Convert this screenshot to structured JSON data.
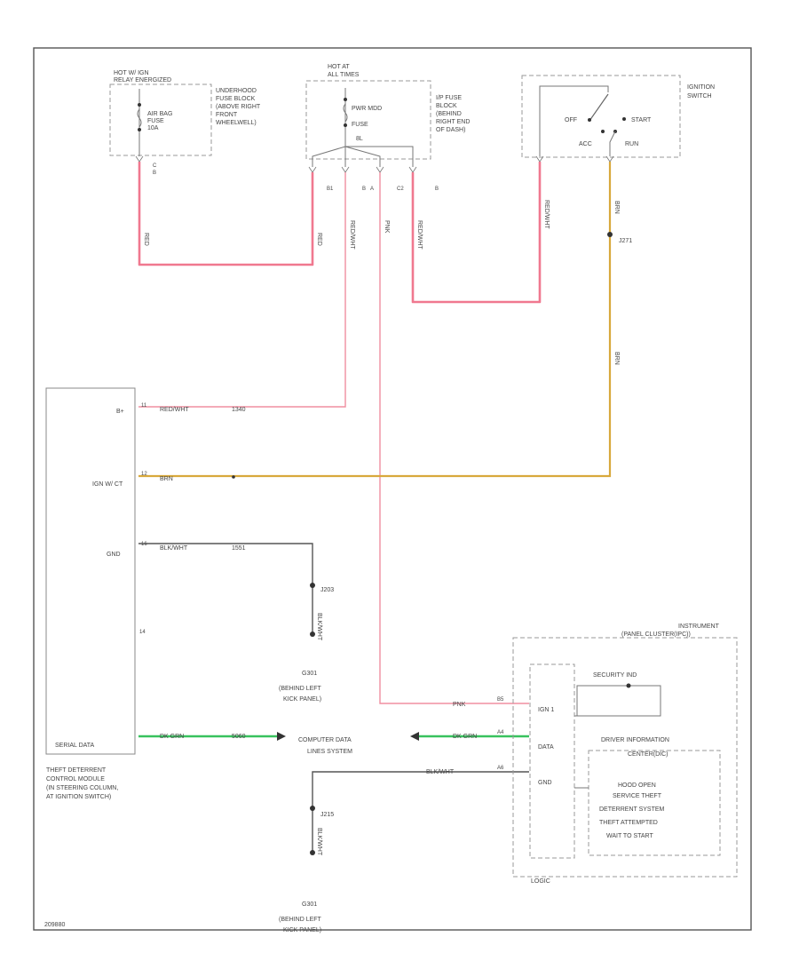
{
  "colors": {
    "red_wire": "#f0788f",
    "pink_wire": "#f08fa0",
    "yellow_wire": "#d8a93c",
    "green_wire": "#38c25e",
    "black_wire": "#555555",
    "frame": "#555555"
  },
  "relay_block": {
    "hot_label": "HOT W/ IGN",
    "hot_label2": "RELAY ENERGIZED",
    "fuse_label1": "AIR BAG",
    "fuse_label2": "FUSE",
    "fuse_label3": "10A",
    "location1": "UNDERHOOD",
    "location2": "FUSE BLOCK",
    "location3": "(ABOVE RIGHT",
    "location4": "FRONT",
    "location5": "WHEELWELL)",
    "pin_a": "C",
    "pin_b": "B"
  },
  "ip_block": {
    "hot_label": "HOT AT",
    "hot_label2": "ALL TIMES",
    "fuse_label1": "PWR MDD",
    "fuse_label2": "FUSE",
    "fuse_label3": "8L",
    "location1": "I/P FUSE",
    "location2": "BLOCK",
    "location3": "(BEHIND",
    "location4": "RIGHT END",
    "location5": "OF DASH)",
    "pins": [
      "B1",
      "B",
      "A",
      "C2",
      "B"
    ]
  },
  "ignition_switch": {
    "label1": "IGNITION",
    "label2": "SWITCH",
    "pos_off": "OFF",
    "pos_start": "START",
    "pos_acc": "ACC",
    "pos_run": "RUN"
  },
  "wires": {
    "red_a": "RED",
    "red_b": "RED",
    "red_c": "RED/WHT",
    "pink_d": "PNK",
    "red_e": "RED/WHT",
    "red_f": "RED/WHT",
    "yel_a": "BRN",
    "yel_b": "BRN",
    "splice_s1": "J271"
  },
  "module": {
    "pin_bplus": "B+",
    "pin_ign": "IGN W/ CT",
    "pin_gnd": "GND",
    "pin_serial": "SERIAL DATA",
    "pin_num_a": "11",
    "pin_num_b": "12",
    "pin_num_c": "16",
    "pin_num_d": "14",
    "wire_a1": "RED/WHT",
    "wire_a2": "1340",
    "wire_b1": "BRN",
    "wire_c1": "BLK/WHT",
    "wire_c2": "1551",
    "wire_d1": "DK GRN",
    "wire_d2": "5060",
    "title1": "THEFT DETERRENT",
    "title2": "CONTROL MODULE",
    "title3": "(IN STEERING COLUMN,",
    "title4": "AT IGNITION SWITCH)"
  },
  "ground1": {
    "splice": "J203",
    "wire": "BLK/WHT",
    "name": "G301",
    "loc1": "(BEHIND LEFT",
    "loc2": "KICK PANEL)"
  },
  "ground2": {
    "splice": "J215",
    "wire": "BLK/WHT",
    "name": "G301",
    "loc1": "(BEHIND LEFT",
    "loc2": "KICK PANEL)"
  },
  "data_lines": {
    "label1": "COMPUTER DATA",
    "label2": "LINES SYSTEM"
  },
  "instrument": {
    "title1": "INSTRUMENT",
    "title2": "(PANEL CLUSTER(IPC))",
    "security_ind": "SECURITY IND",
    "dic_title1": "DRIVER INFORMATION",
    "dic_title2": "CENTER(DIC)",
    "msg1": "HOOD OPEN",
    "msg2": "SERVICE THEFT",
    "msg3": "DETERRENT SYSTEM",
    "msg4": "THEFT ATTEMPTED",
    "msg5": "WAIT TO START",
    "pin_ign": "IGN 1",
    "pin_data": "DATA",
    "pin_gnd": "GND",
    "pin_n1": "B5",
    "pin_n2": "A4",
    "pin_n3": "A6",
    "wire_pnk": "PNK",
    "wire_grn": "DK GRN",
    "wire_blk": "BLK/WHT",
    "corner": "LOGIC"
  },
  "footer_code": "209880"
}
